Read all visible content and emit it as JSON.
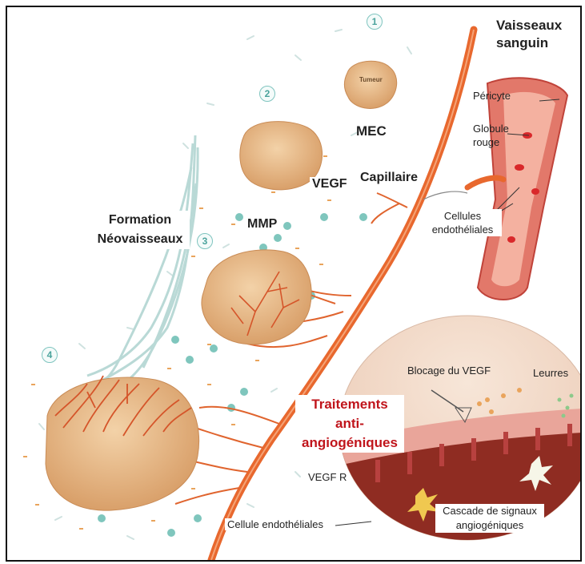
{
  "labels": {
    "vessels": "Vaisseaux sanguin",
    "pericyte": "Péricyte",
    "red_cell": "Globule rouge",
    "endothelial_cells": "Cellules endothéliales",
    "tumour": "Tumeur",
    "mec": "MEC",
    "vegf": "VEGF",
    "capillary": "Capillaire",
    "mmp": "MMP",
    "neovessels": "Formation Néovaisseaux",
    "vegf_block": "Blocage du VEGF",
    "decoys": "Leurres",
    "treatments": "Traitements anti-angiogéniques",
    "vegf_r": "VEGF R",
    "cascade": "Cascade de signaux angiogéniques",
    "endothelial_cell": "Cellule endothéliales"
  },
  "steps": [
    "1",
    "2",
    "3",
    "4"
  ],
  "colors": {
    "vessel": "#e8682e",
    "tumour": "#e7b987",
    "neovessel_pale": "#b9d9d6",
    "treatment_text": "#c0141b",
    "teal_marker": "#7fc6bd"
  }
}
